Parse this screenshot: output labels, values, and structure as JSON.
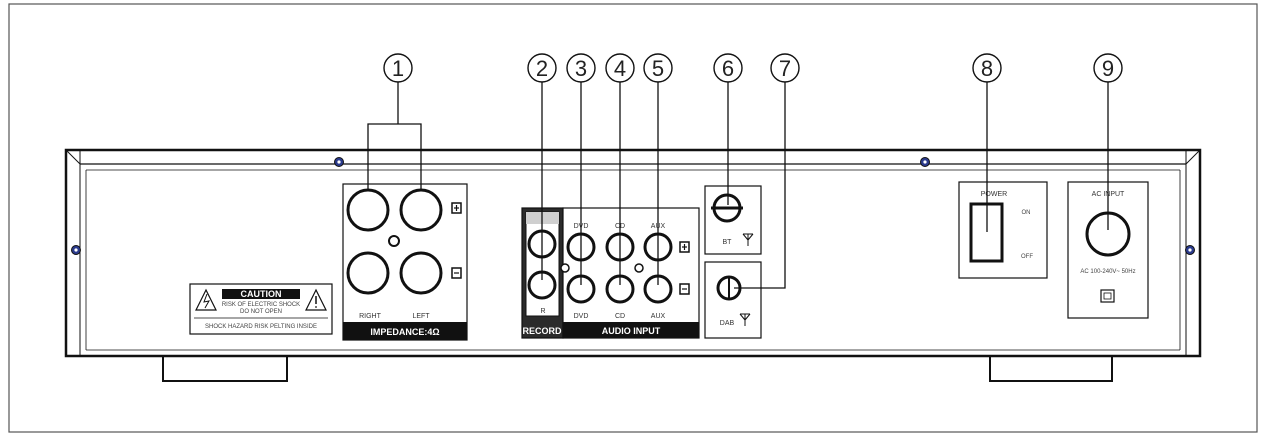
{
  "callouts": [
    "1",
    "2",
    "3",
    "4",
    "5",
    "6",
    "7",
    "8",
    "9"
  ],
  "speaker_panel": {
    "right_label": "RIGHT",
    "left_label": "LEFT",
    "impedance_label": "IMPEDANCE:4Ω"
  },
  "caution_label": {
    "title": "CAUTION",
    "line1": "RISK OF ELECTRIC SHOCK",
    "line2": "DO NOT OPEN",
    "footer": "SHOCK HAZARD RISK PELTING INSIDE"
  },
  "record_panel": {
    "bottom_label": "R",
    "footer": "RECORD"
  },
  "audio_input_panel": {
    "top_labels": [
      "DVD",
      "CD",
      "AUX"
    ],
    "bottom_labels": [
      "DVD",
      "CD",
      "AUX"
    ],
    "footer": "AUDIO INPUT"
  },
  "bt_label": "BT",
  "dab_label": "DAB",
  "power_panel": {
    "title": "POWER",
    "on_label": "ON",
    "off_label": "OFF"
  },
  "ac_panel": {
    "title": "AC INPUT",
    "rating": "AC 100-240V~ 50Hz"
  }
}
